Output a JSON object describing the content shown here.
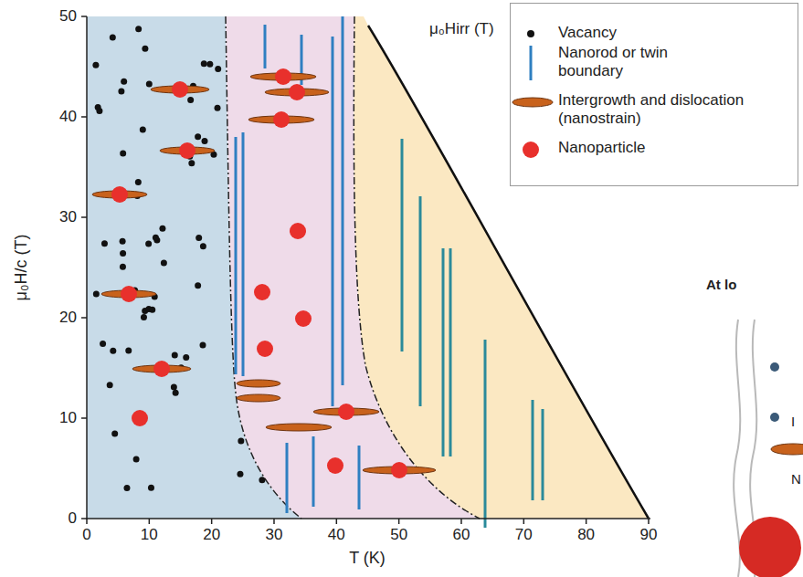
{
  "diagram": {
    "labels": [
      "0",
      "10",
      "20",
      "30",
      "40",
      "50",
      "60",
      "70",
      "80",
      "90",
      "0",
      "10",
      "20",
      "30",
      "40",
      "50",
      "μ₀H/c (T)",
      "T (K)",
      "μ₀Hirr (T)",
      "At lo",
      "I",
      "N"
    ],
    "legend": [
      {
        "text": "Vacancy"
      },
      {
        "text": "Nanorod or twin boundary"
      },
      {
        "text": "Intergrowth and dislocation (nanostrain)"
      },
      {
        "text": "Nanoparticle"
      }
    ]
  }
}
